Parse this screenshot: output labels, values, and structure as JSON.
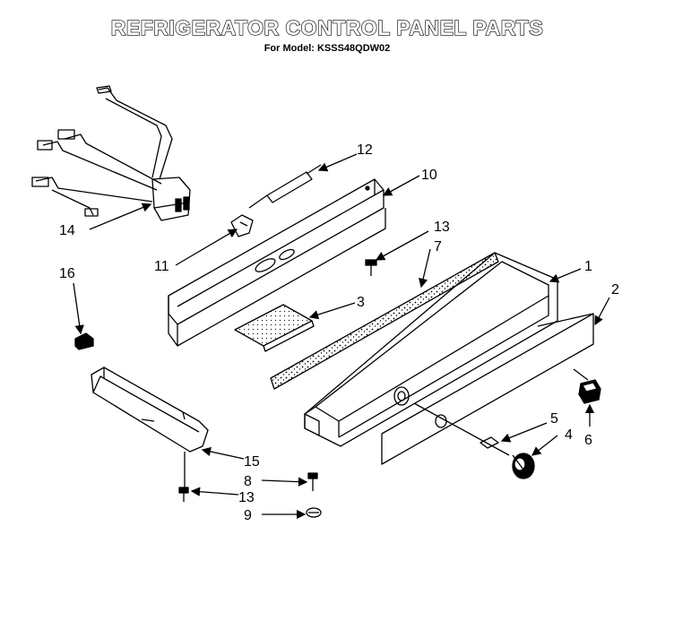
{
  "header": {
    "title": "REFRIGERATOR CONTROL PANEL PARTS",
    "subtitle": "For Model: KSSS48QDW02"
  },
  "callouts": {
    "c1": "1",
    "c2": "2",
    "c3": "3",
    "c4": "4",
    "c5": "5",
    "c6": "6",
    "c7": "7",
    "c8": "8",
    "c9": "9",
    "c10": "10",
    "c11": "11",
    "c12": "12",
    "c13a": "13",
    "c13b": "13",
    "c14": "14",
    "c15": "15",
    "c16": "16"
  }
}
